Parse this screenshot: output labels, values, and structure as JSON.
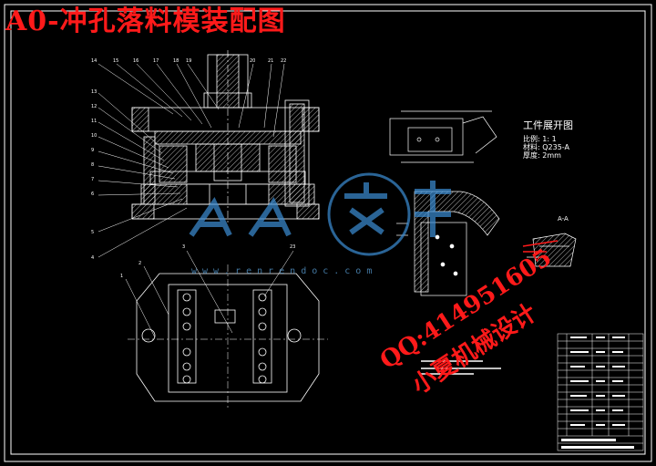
{
  "header": {
    "title": "A0-冲孔落料模装配图"
  },
  "part_info": {
    "heading": "工件展开图",
    "scale": "比例: 1: 1",
    "material": "材料: Q235-A",
    "thickness": "厚度: 2mm"
  },
  "section_label": "A-A",
  "watermark": {
    "url": "www.renrendoc.com"
  },
  "contact": {
    "qq": "QQ:414951605",
    "name": "小夏机械设计"
  },
  "colors": {
    "background": "#000000",
    "lines": "#ffffff",
    "title": "#ff1a1a",
    "watermark": "#3d8fd6"
  }
}
